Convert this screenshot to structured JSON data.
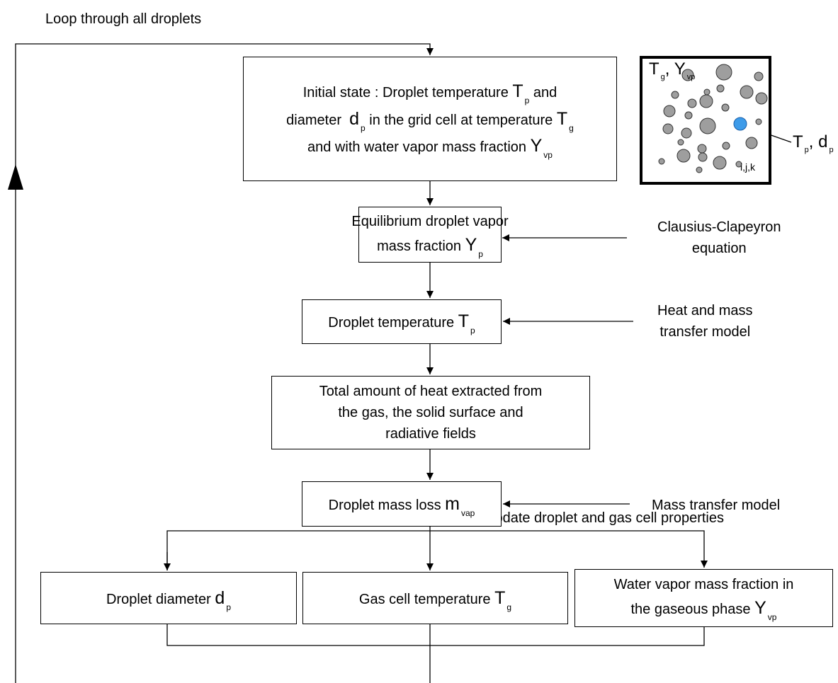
{
  "loop_label": "Loop through all droplets",
  "update_label": "Update droplet and gas cell properties",
  "boxes": {
    "initial": {
      "line1_pre": "Initial state : Droplet temperature ",
      "line1_sym": "T",
      "line1_sub": "p",
      "line1_post": " and",
      "line2_pre": "diameter  ",
      "line2_sym": "d",
      "line2_sub": "p",
      "line2_mid": " in the grid cell at temperature ",
      "line2_sym2": "T",
      "line2_sub2": "g",
      "line3_pre": "and with water vapor mass fraction ",
      "line3_sym": "Y",
      "line3_sub": "vp"
    },
    "equilibrium": {
      "line1": "Equilibrium droplet vapor",
      "line2_pre": "mass fraction ",
      "line2_sym": "Y",
      "line2_sub": "p"
    },
    "temperature": {
      "pre": "Droplet temperature ",
      "sym": "T",
      "sub": "p"
    },
    "heat": {
      "line1": "Total amount of heat extracted from",
      "line2": "the gas, the solid surface  and",
      "line3": "radiative fields"
    },
    "massloss": {
      "pre": "Droplet mass loss ",
      "sym": "m",
      "sub": "vap"
    },
    "diameter": {
      "pre": "Droplet diameter ",
      "sym": "d",
      "sub": "p"
    },
    "gastemp": {
      "pre": "Gas cell temperature ",
      "sym": "T",
      "sub": "g"
    },
    "vapor": {
      "line1": "Water vapor mass fraction in",
      "line2_pre": "the gaseous phase ",
      "line2_sym": "Y",
      "line2_sub": "vp"
    }
  },
  "side_labels": {
    "clausius_1": "Clausius-Clapeyron",
    "clausius_2": "equation",
    "heatmass_1": "Heat and mass",
    "heatmass_2": "transfer model",
    "masstransfer": "Mass transfer model"
  },
  "cell_diagram": {
    "gas_sym": "T",
    "gas_sub": "g",
    "sep": ", ",
    "vapor_sym": "Y",
    "vapor_sub": "vp",
    "drop_sym": "T",
    "drop_sub": "p",
    "drop_sep": ", ",
    "diam_sym": "d",
    "diam_sub": "p",
    "index": "i,j,k",
    "droplet_color": "#9e9e9e",
    "highlight_color": "#3d9be9"
  }
}
